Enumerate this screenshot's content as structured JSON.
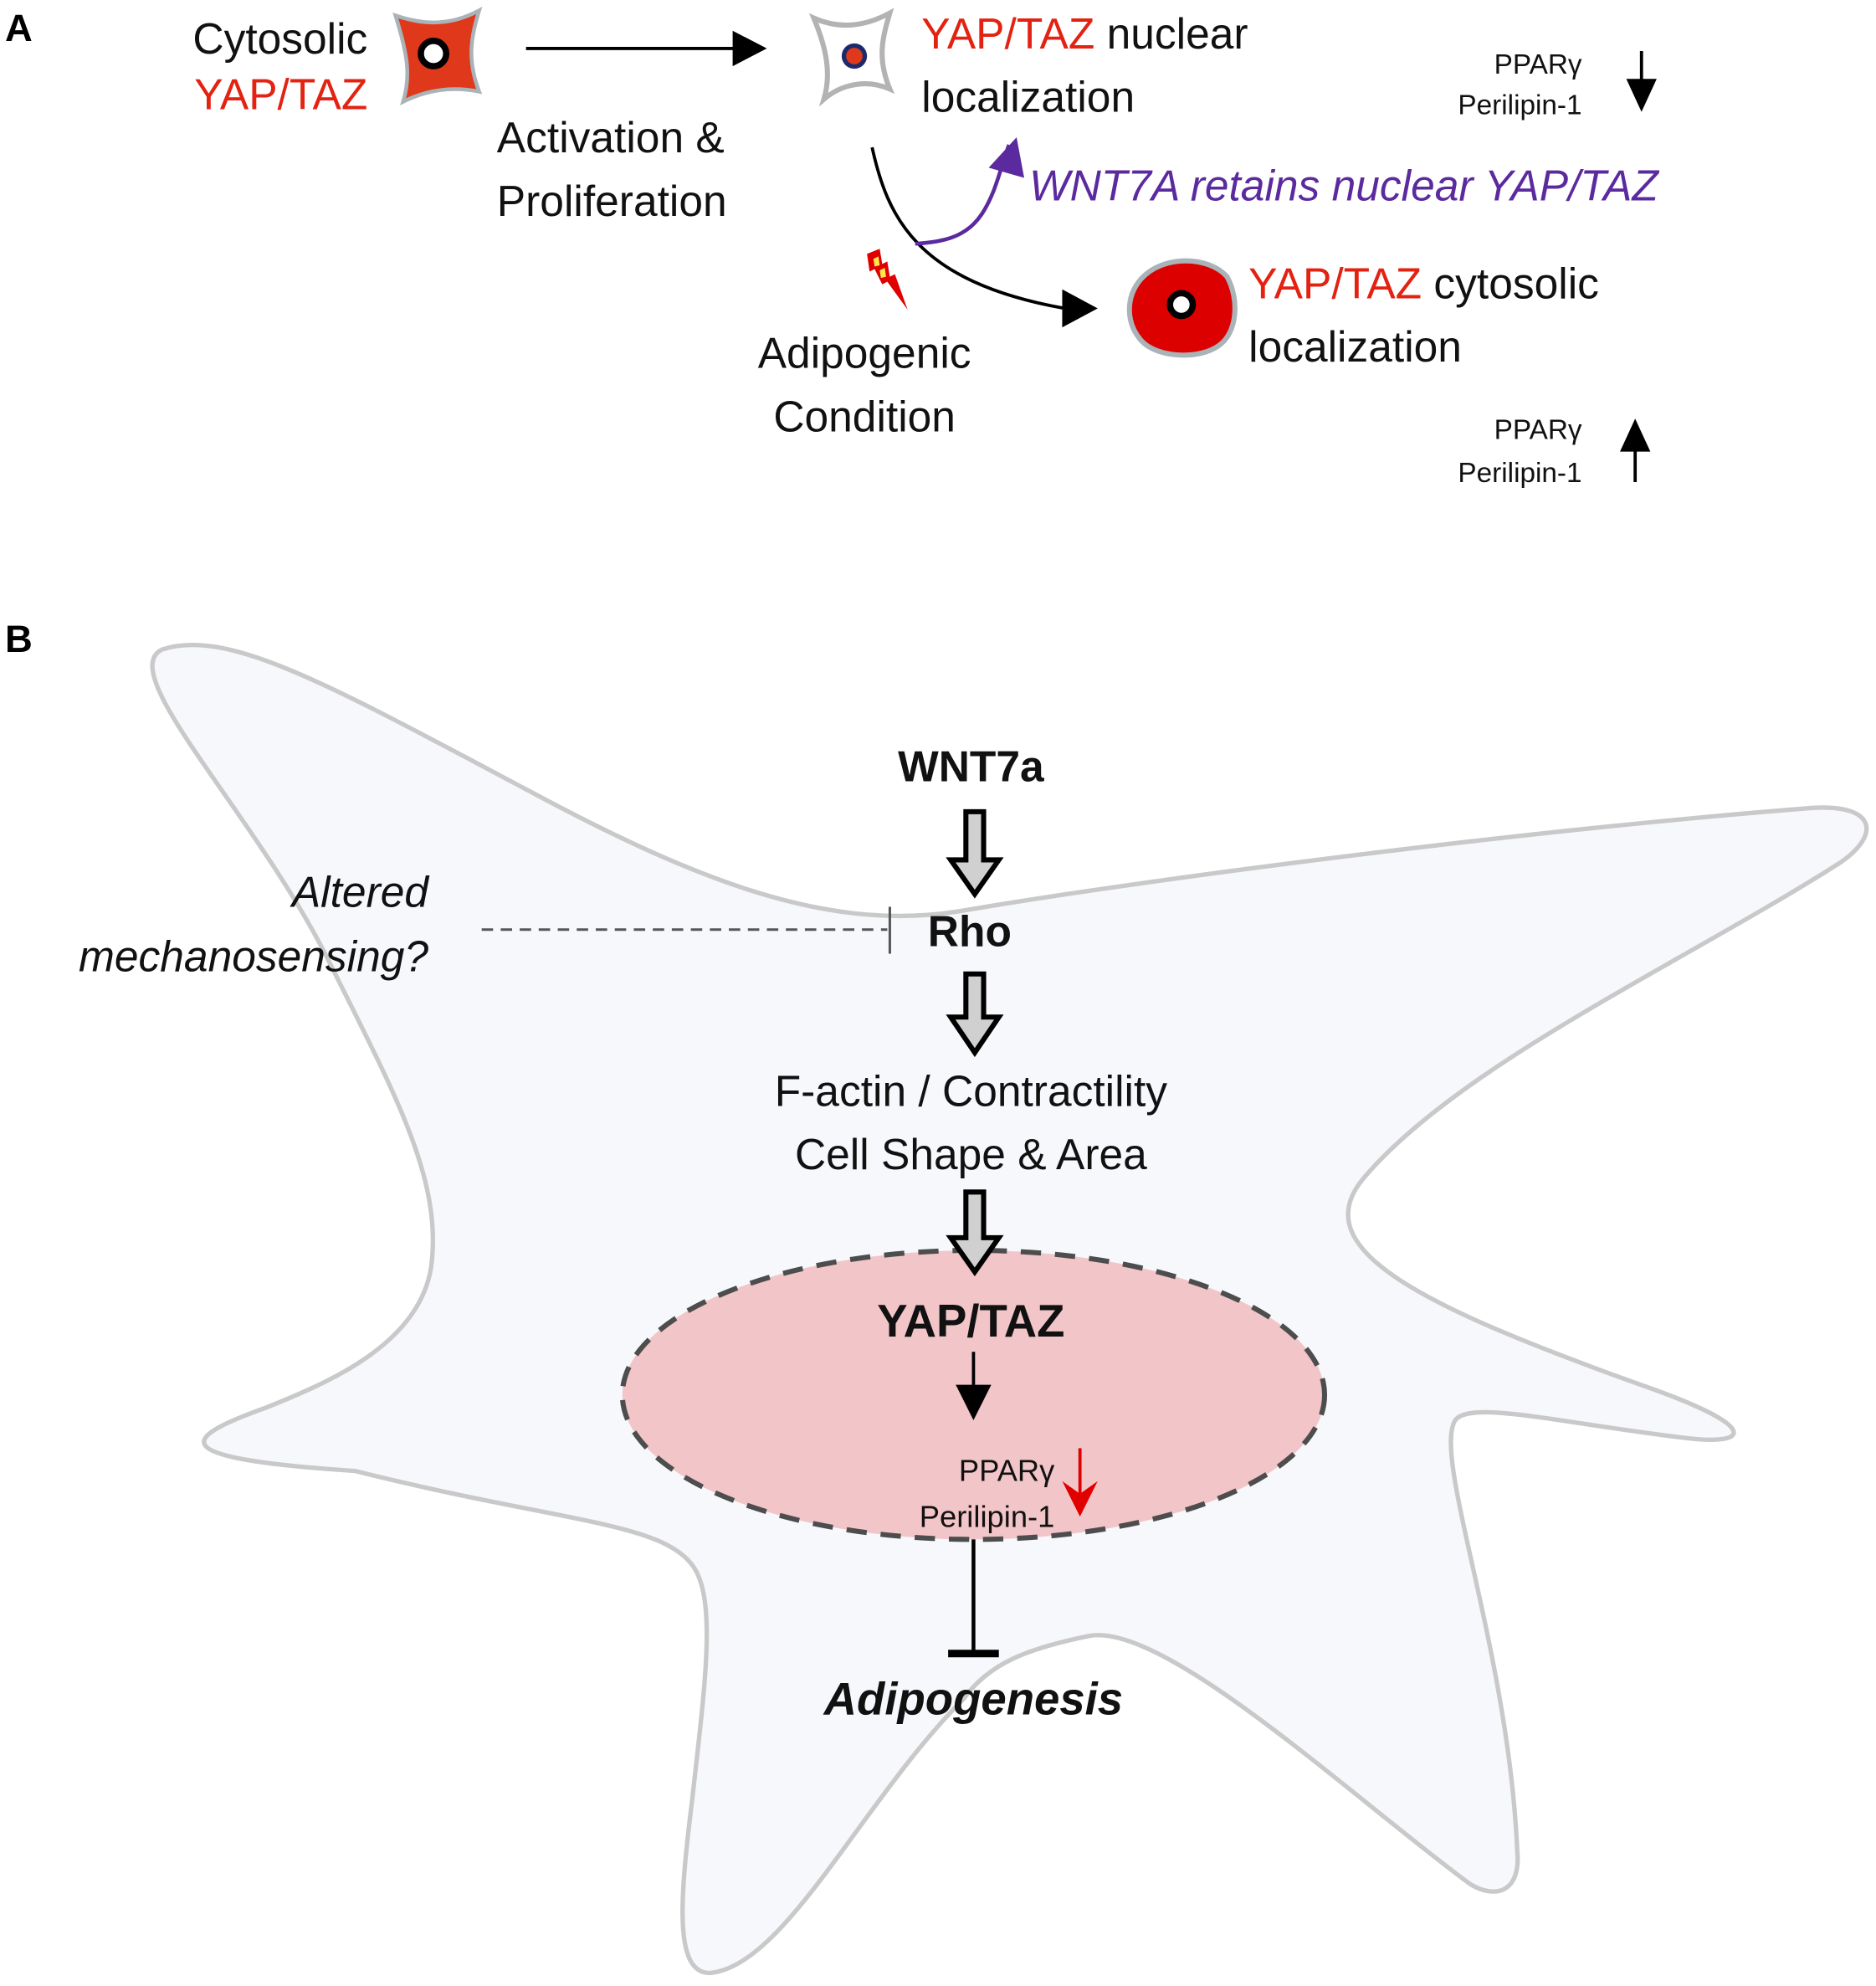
{
  "colors": {
    "yap_red": "#e32211",
    "wnt_purple": "#5b2a9f",
    "cell_fill": "#f6f8fc",
    "cell_outline": "#c9c9c9",
    "nucleus_fill": "#f2c5c8",
    "nucleus_outline": "#4d4d4d",
    "down_arrow_red": "#e00000"
  },
  "panel_a": {
    "label": "A",
    "start_state": {
      "line1": "Cytosolic",
      "line2": "YAP/TAZ"
    },
    "transition_label": {
      "line1": "Activation &",
      "line2": "Proliferation"
    },
    "nuclear_state": {
      "highlight": "YAP/TAZ",
      "rest": " nuclear",
      "line2": "localization"
    },
    "nuclear_markers": {
      "line1": "PPARγ",
      "line2": "Perilipin-1",
      "direction": "down"
    },
    "wnt_note": "WNT7A retains nuclear YAP/TAZ",
    "condition_label": {
      "line1": "Adipogenic",
      "line2": "Condition"
    },
    "cytosolic_state": {
      "highlight": "YAP/TAZ",
      "rest": " cytosolic",
      "line2": "localization"
    },
    "cytosolic_markers": {
      "line1": "PPARγ",
      "line2": "Perilipin-1",
      "direction": "up"
    }
  },
  "panel_b": {
    "label": "B",
    "wnt": "WNT7a",
    "rho": "Rho",
    "mechanosensing": {
      "line1": "Altered",
      "line2": "mechanosensing?"
    },
    "factin": {
      "line1": "F-actin / Contractility",
      "line2": "Cell Shape & Area"
    },
    "yaptaz": "YAP/TAZ",
    "markers": {
      "line1": "PPARγ",
      "line2": "Perilipin-1",
      "direction": "down"
    },
    "outcome": "Adipogenesis"
  }
}
